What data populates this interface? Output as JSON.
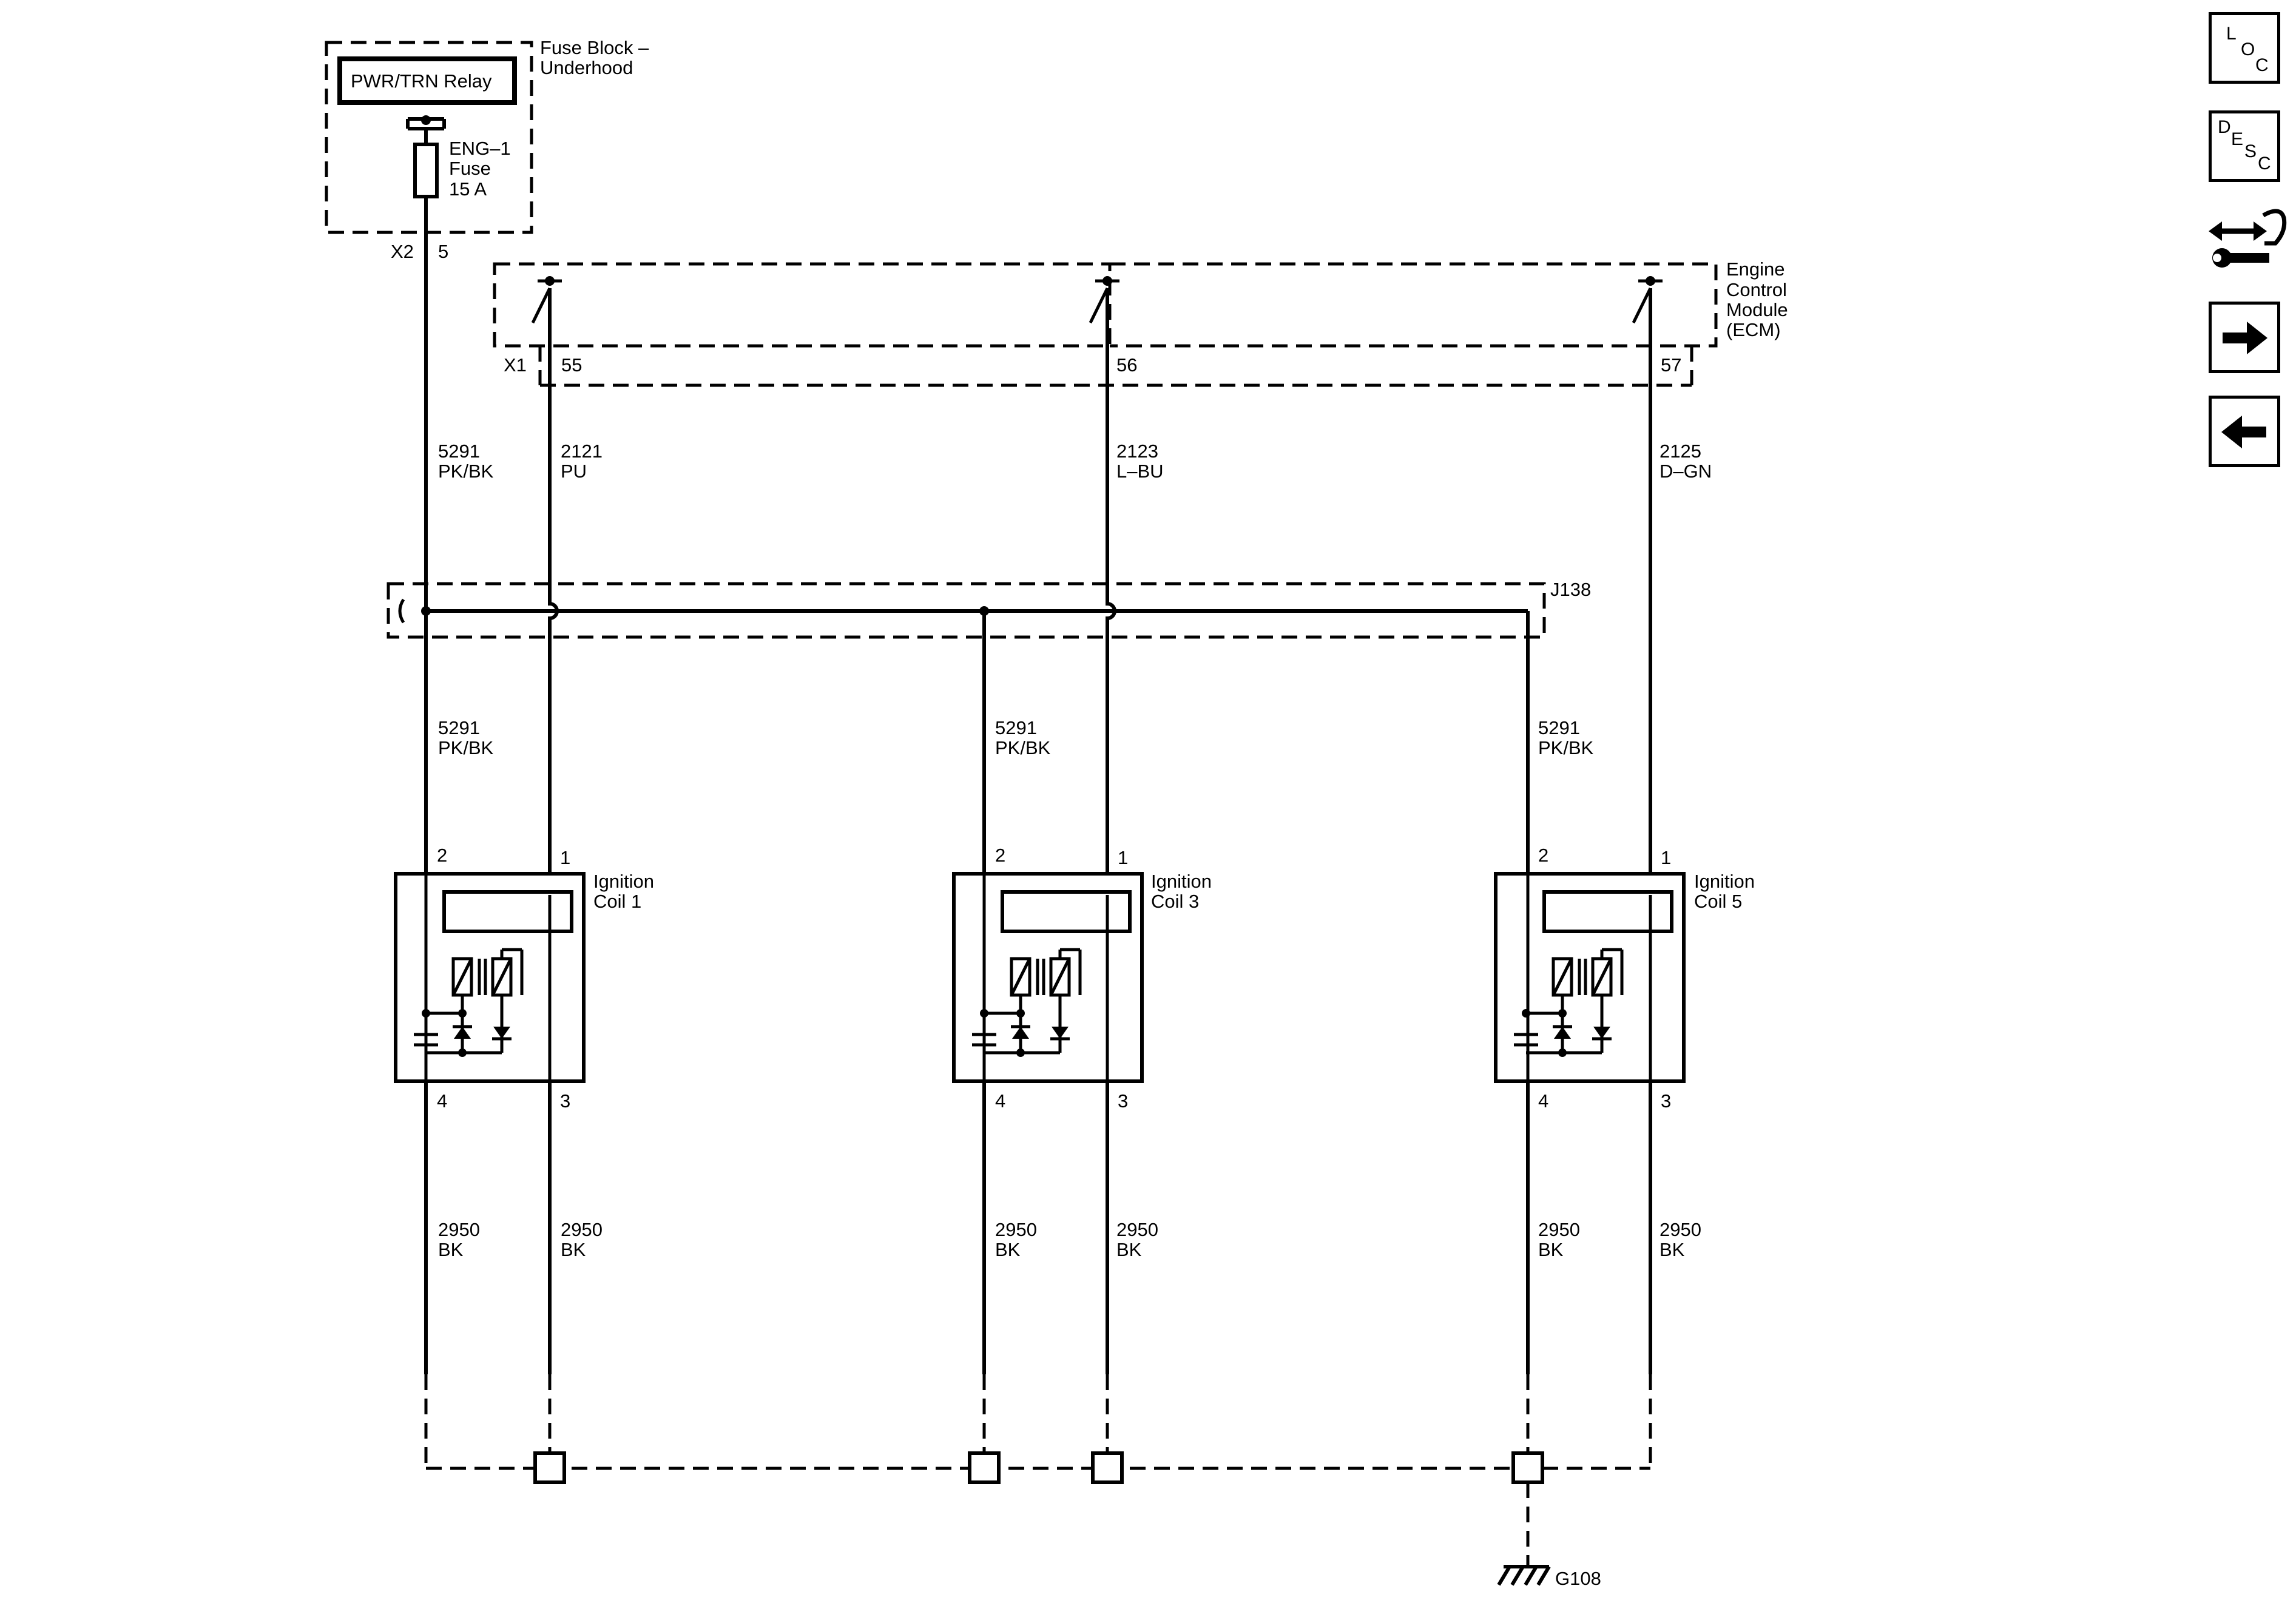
{
  "fuse_block": {
    "title_line1": "Fuse Block –",
    "title_line2": "Underhood",
    "relay_label": "PWR/TRN Relay",
    "fuse_line1": "ENG–1",
    "fuse_line2": "Fuse",
    "fuse_line3": "15 A",
    "connector": "X2",
    "pin": "5"
  },
  "ecm": {
    "line1": "Engine",
    "line2": "Control",
    "line3": "Module",
    "line4": "(ECM)",
    "connector": "X1",
    "pins": [
      "55",
      "56",
      "57"
    ]
  },
  "wires": {
    "feed": {
      "circuit": "5291",
      "color": "PK/BK"
    },
    "ecm_1": {
      "circuit": "2121",
      "color": "PU"
    },
    "ecm_2": {
      "circuit": "2123",
      "color": "L–BU"
    },
    "ecm_3": {
      "circuit": "2125",
      "color": "D–GN"
    },
    "ground": {
      "circuit": "2950",
      "color": "BK"
    }
  },
  "splice": "J138",
  "coils": [
    {
      "line1": "Ignition",
      "line2": "Coil 1",
      "pins": [
        "2",
        "1",
        "4",
        "3"
      ]
    },
    {
      "line1": "Ignition",
      "line2": "Coil 3",
      "pins": [
        "2",
        "1",
        "4",
        "3"
      ]
    },
    {
      "line1": "Ignition",
      "line2": "Coil 5",
      "pins": [
        "2",
        "1",
        "4",
        "3"
      ]
    }
  ],
  "ground_label": "G108",
  "nav": {
    "loc": [
      "L",
      "O",
      "C"
    ],
    "desc": [
      "D",
      "E",
      "S",
      "C"
    ],
    "icons": [
      "connector-tool-icon",
      "arrow-right-icon",
      "arrow-left-icon"
    ]
  }
}
